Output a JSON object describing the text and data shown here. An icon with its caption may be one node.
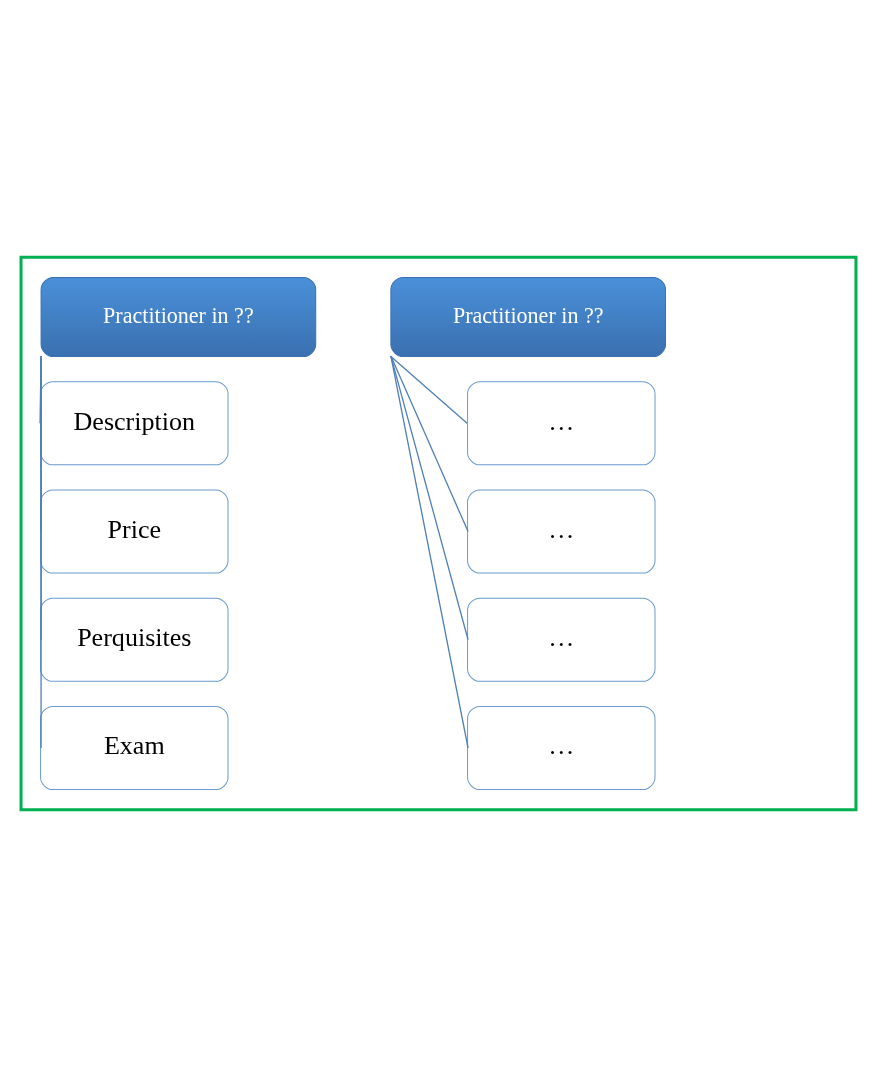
{
  "diagram": {
    "nodes": [
      {
        "text": [],
        "shape": "box"
      },
      {
        "text": [
          "Practitioner in ??"
        ],
        "in": 0
      },
      {
        "text": [
          "Description"
        ],
        "in": 0
      },
      {
        "text": [
          "Price"
        ],
        "in": 0
      },
      {
        "text": [
          "Perquisites"
        ],
        "in": 0
      },
      {
        "text": [
          "Exam"
        ],
        "in": 0
      },
      {
        "text": [
          "Practitioner in ??"
        ],
        "in": 0
      },
      {
        "text": [
          "…"
        ],
        "in": 0
      },
      {
        "text": [
          "…"
        ],
        "in": 0
      },
      {
        "text": [
          "…"
        ],
        "in": 0
      },
      {
        "text": [
          "…"
        ],
        "in": 0
      }
    ],
    "edges": [
      {
        "from": 1,
        "to": 2,
        "arrow": "none"
      },
      {
        "from": 1,
        "to": 3,
        "arrow": "none"
      },
      {
        "from": 1,
        "to": 4,
        "arrow": "none"
      },
      {
        "from": 1,
        "to": 5,
        "arrow": "none"
      },
      {
        "from": 6,
        "to": 7,
        "arrow": "none"
      },
      {
        "from": 6,
        "to": 8,
        "arrow": "none"
      },
      {
        "from": 6,
        "to": 9,
        "arrow": "none"
      },
      {
        "from": 6,
        "to": 10,
        "arrow": "none"
      }
    ]
  }
}
